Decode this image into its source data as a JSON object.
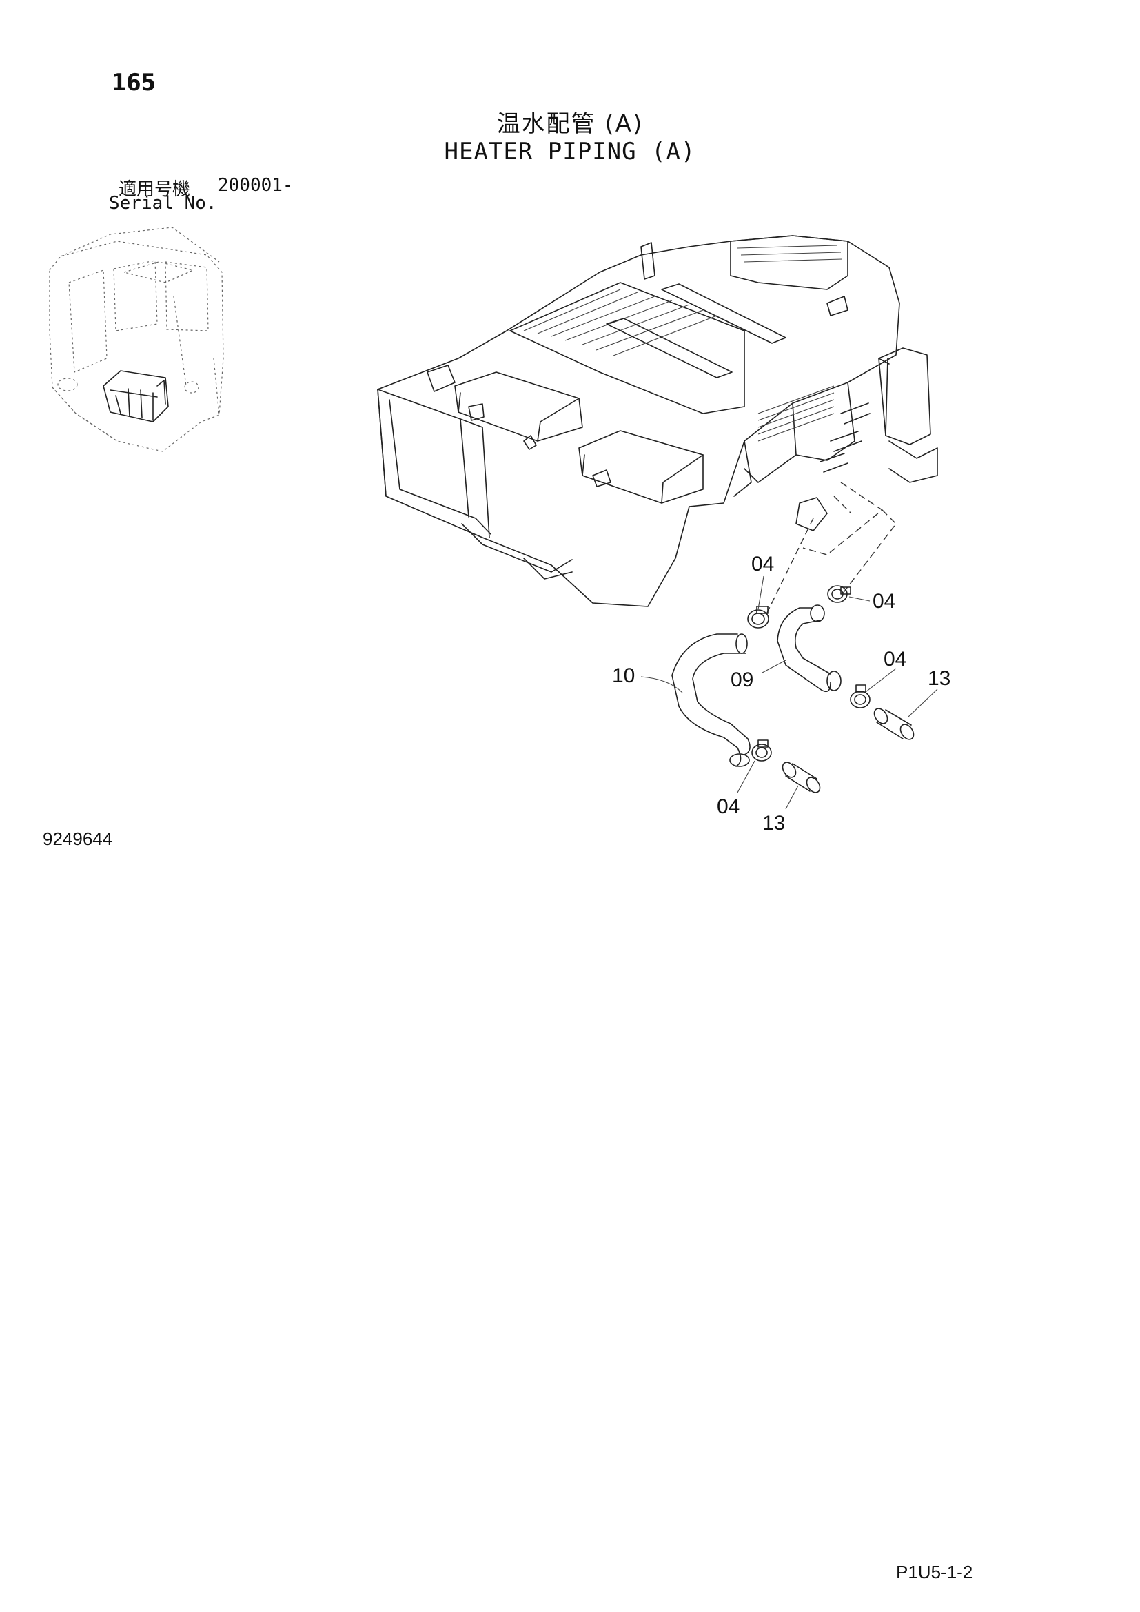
{
  "header": {
    "page_number": "165",
    "title_jp": "温水配管 (A)",
    "title_en": "HEATER PIPING (A)",
    "serial_label_jp": "適用号機",
    "serial_value": "200001-",
    "serial_label_en": "Serial No."
  },
  "callouts": [
    {
      "id": "callout-04-top",
      "text": "04"
    },
    {
      "id": "callout-04-right",
      "text": "04"
    },
    {
      "id": "callout-04-mid",
      "text": "04"
    },
    {
      "id": "callout-13-right",
      "text": "13"
    },
    {
      "id": "callout-10",
      "text": "10"
    },
    {
      "id": "callout-09",
      "text": "09"
    },
    {
      "id": "callout-04-bottom",
      "text": "04"
    },
    {
      "id": "callout-13-bottom",
      "text": "13"
    }
  ],
  "footer": {
    "drawing_number": "9249644",
    "page_code": "P1U5-1-2"
  }
}
